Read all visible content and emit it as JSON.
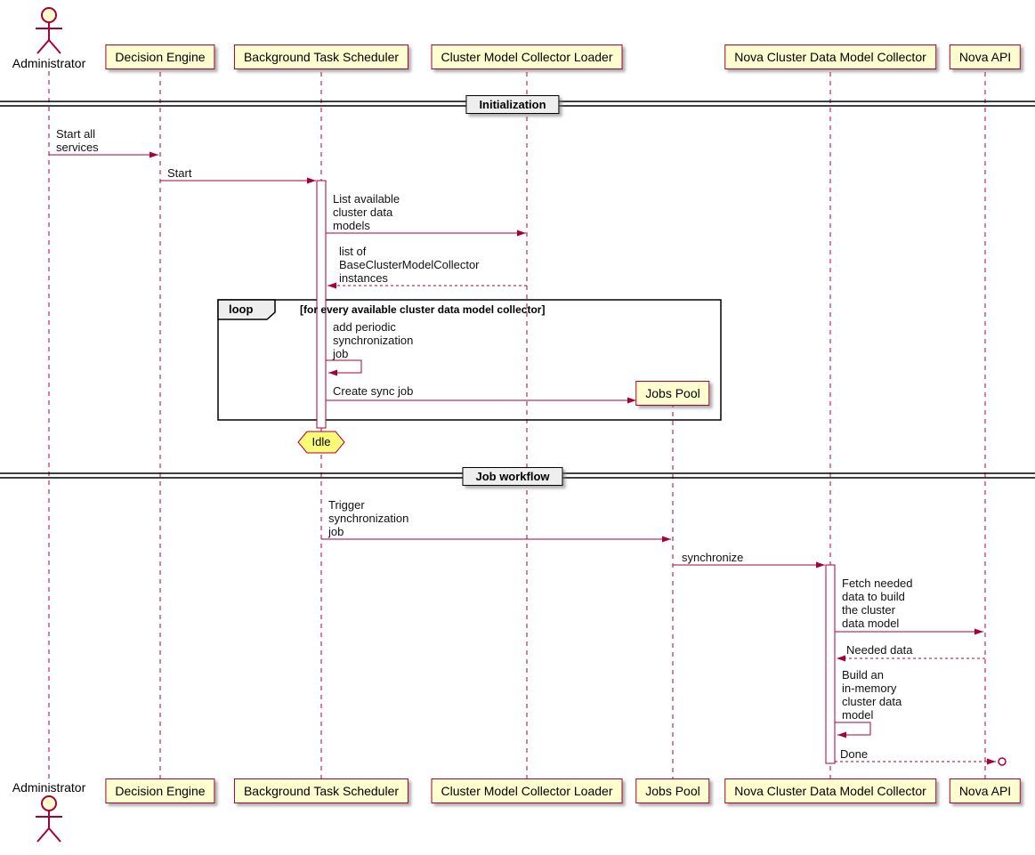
{
  "participants": {
    "administrator": "Administrator",
    "decision_engine": "Decision Engine",
    "background_task_scheduler": "Background Task Scheduler",
    "cluster_model_collector_loader": "Cluster Model Collector Loader",
    "jobs_pool": "Jobs Pool",
    "nova_cluster_data_model_collector": "Nova Cluster Data Model Collector",
    "nova_api": "Nova API"
  },
  "dividers": {
    "initialization": "Initialization",
    "job_workflow": "Job workflow"
  },
  "loop": {
    "keyword": "loop",
    "condition": "[for every available cluster data model collector]"
  },
  "messages": {
    "start_all_services": "Start all\nservices",
    "start": "Start",
    "list_available": "List available\ncluster data\nmodels",
    "list_of_instances": "list of\nBaseClusterModelCollector\ninstances",
    "add_periodic": "add periodic\nsynchronization\njob",
    "create_sync_job": "Create sync job",
    "trigger_sync": "Trigger\nsynchronization\njob",
    "synchronize": "synchronize",
    "fetch_needed": "Fetch needed\ndata to build\nthe cluster\ndata model",
    "needed_data": "Needed data",
    "build_model": "Build an\nin-memory\ncluster data\nmodel",
    "done": "Done"
  },
  "notes": {
    "idle": "Idle"
  },
  "colors": {
    "participant_fill": "#FEFECE",
    "line_and_border": "#A80036",
    "note_fill": "#FBFB77",
    "divider_fill": "#EEEEEE",
    "frame_border": "#000000"
  }
}
